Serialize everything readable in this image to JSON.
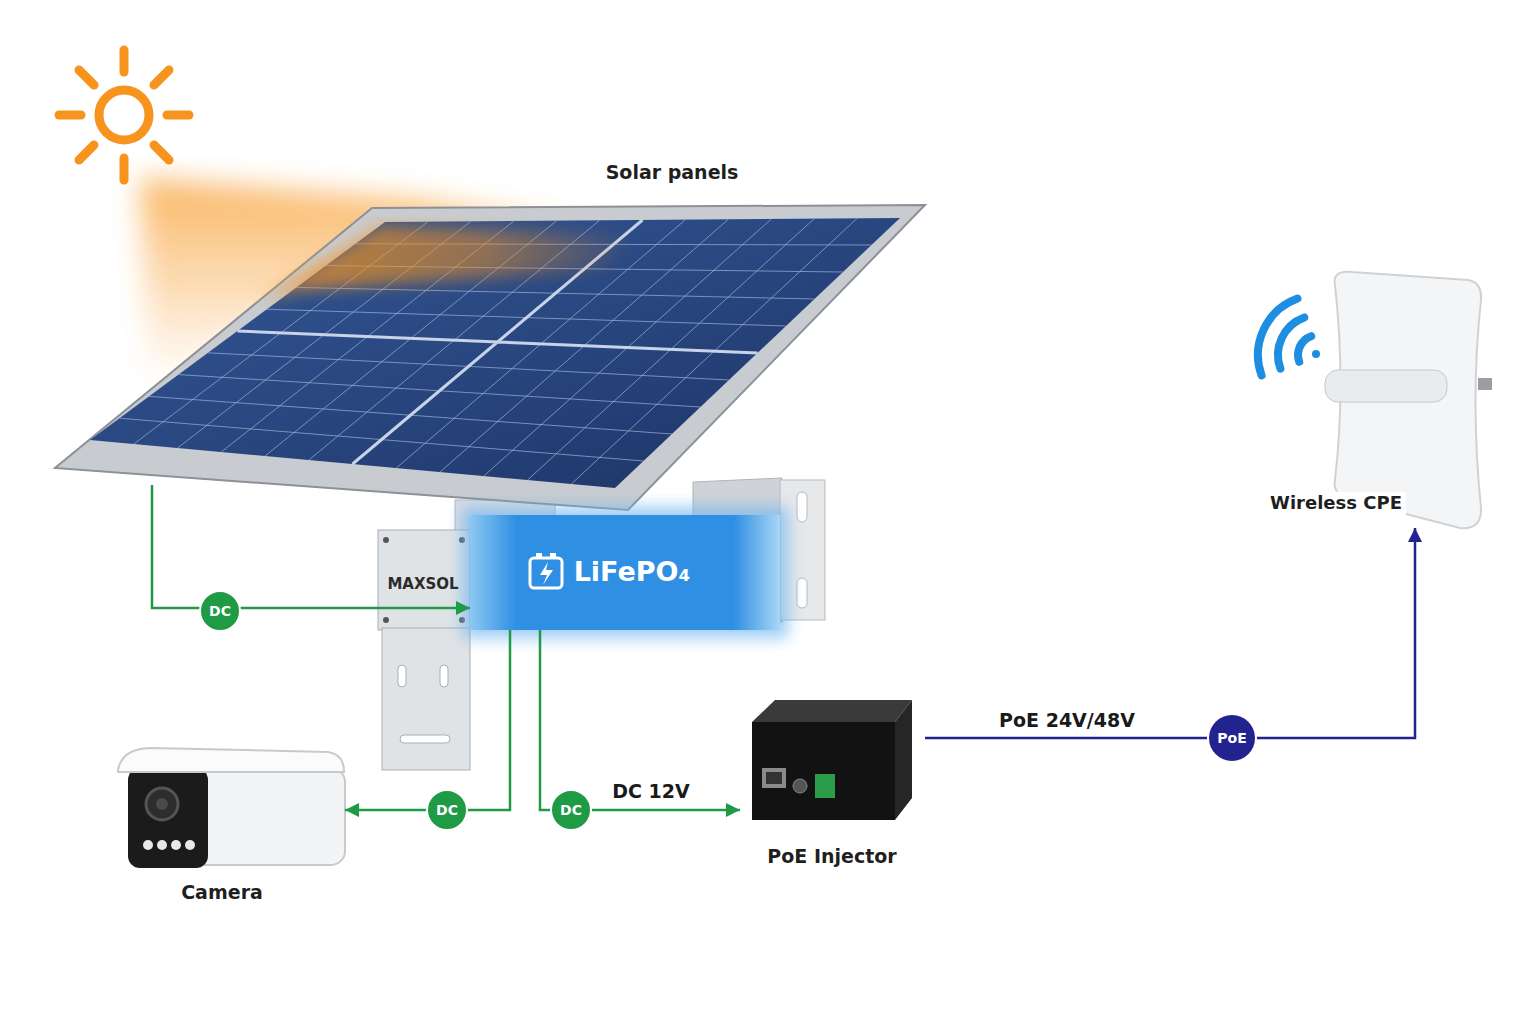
{
  "diagram": {
    "nodes": [
      {
        "text": [
          "Solar panels"
        ]
      },
      {
        "text": [
          "LiFePO₄"
        ]
      },
      {
        "text": [
          "Camera"
        ]
      },
      {
        "text": [
          "PoE Injector"
        ]
      },
      {
        "text": [
          "Wireless CPE"
        ]
      }
    ],
    "edges": [
      {
        "from": 0,
        "to": 1,
        "arrow": "to",
        "label": "DC"
      },
      {
        "from": 1,
        "to": 2,
        "arrow": "to",
        "label": "DC"
      },
      {
        "from": 1,
        "to": 3,
        "arrow": "to",
        "label": "DC 12V"
      },
      {
        "from": 3,
        "to": 4,
        "arrow": "to",
        "label": "PoE 24V/48V"
      }
    ],
    "labels": [
      "MAXSOL",
      "DC",
      "PoE"
    ]
  }
}
